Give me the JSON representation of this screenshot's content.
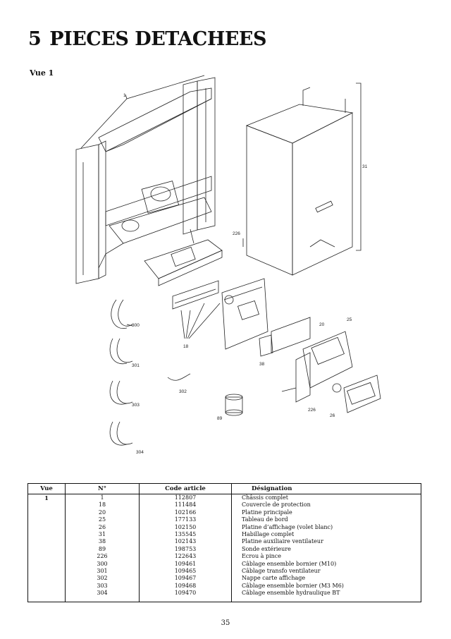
{
  "page": {
    "section_number": "5",
    "section_title": "PIECES DETACHEES",
    "view_label": "Vue 1",
    "page_number": "35"
  },
  "diagram": {
    "callouts": [
      "1",
      "31",
      "226",
      "300",
      "18",
      "20",
      "25",
      "38",
      "301",
      "302",
      "303",
      "89",
      "226",
      "26",
      "304"
    ]
  },
  "table": {
    "headers": [
      "Vue",
      "N°",
      "Code article",
      "Désignation"
    ],
    "view": "1",
    "rows": [
      {
        "num": "1",
        "code": "112807",
        "designation": "Châssis complet"
      },
      {
        "num": "18",
        "code": "111484",
        "designation": "Couvercle de protection"
      },
      {
        "num": "20",
        "code": "102166",
        "designation": "Platine principale"
      },
      {
        "num": "25",
        "code": "177133",
        "designation": "Tableau de bord"
      },
      {
        "num": "26",
        "code": "102150",
        "designation": "Platine d’affichage (volet blanc)"
      },
      {
        "num": "31",
        "code": "135545",
        "designation": "Habillage complet"
      },
      {
        "num": "38",
        "code": "102143",
        "designation": "Platine auxiliaire ventilateur"
      },
      {
        "num": "89",
        "code": "198753",
        "designation": "Sonde extérieure"
      },
      {
        "num": "226",
        "code": "122643",
        "designation": "Ecrou à pince"
      },
      {
        "num": "300",
        "code": "109461",
        "designation": "Câblage ensemble bornier (M10)"
      },
      {
        "num": "301",
        "code": "109465",
        "designation": "Câblage transfo ventilateur"
      },
      {
        "num": "302",
        "code": "109467",
        "designation": "Nappe carte affichage"
      },
      {
        "num": "303",
        "code": "109468",
        "designation": "Câblage ensemble bornier (M3 M6)"
      },
      {
        "num": "304",
        "code": "109470",
        "designation": "Câblage ensemble hydraulique BT"
      }
    ]
  }
}
